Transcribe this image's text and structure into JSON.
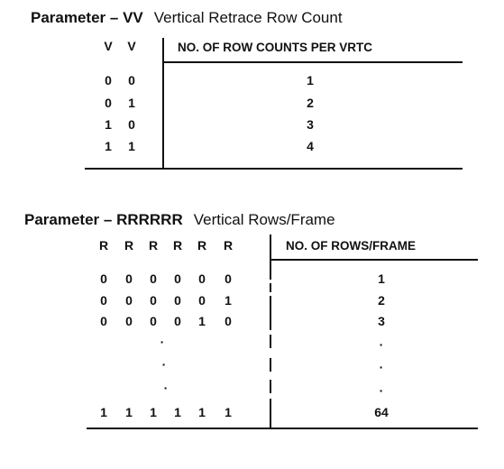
{
  "table1": {
    "title_param": "Parameter – VV",
    "title_desc": "Vertical Retrace Row Count",
    "bit_headers": [
      "V",
      "V"
    ],
    "value_header": "NO. OF ROW COUNTS PER VRTC",
    "rows": [
      {
        "bits": [
          "0",
          "0"
        ],
        "value": "1"
      },
      {
        "bits": [
          "0",
          "1"
        ],
        "value": "2"
      },
      {
        "bits": [
          "1",
          "0"
        ],
        "value": "3"
      },
      {
        "bits": [
          "1",
          "1"
        ],
        "value": "4"
      }
    ]
  },
  "table2": {
    "title_param": "Parameter – RRRRRR",
    "title_desc": "Vertical Rows/Frame",
    "bit_headers": [
      "R",
      "R",
      "R",
      "R",
      "R",
      "R"
    ],
    "value_header": "NO. OF ROWS/FRAME",
    "rows": [
      {
        "bits": [
          "0",
          "0",
          "0",
          "0",
          "0",
          "0"
        ],
        "value": "1"
      },
      {
        "bits": [
          "0",
          "0",
          "0",
          "0",
          "0",
          "1"
        ],
        "value": "2"
      },
      {
        "bits": [
          "0",
          "0",
          "0",
          "0",
          "1",
          "0"
        ],
        "value": "3"
      },
      {
        "bits": [
          "1",
          "1",
          "1",
          "1",
          "1",
          "1"
        ],
        "value": "64"
      }
    ],
    "ellipsis": "·"
  }
}
